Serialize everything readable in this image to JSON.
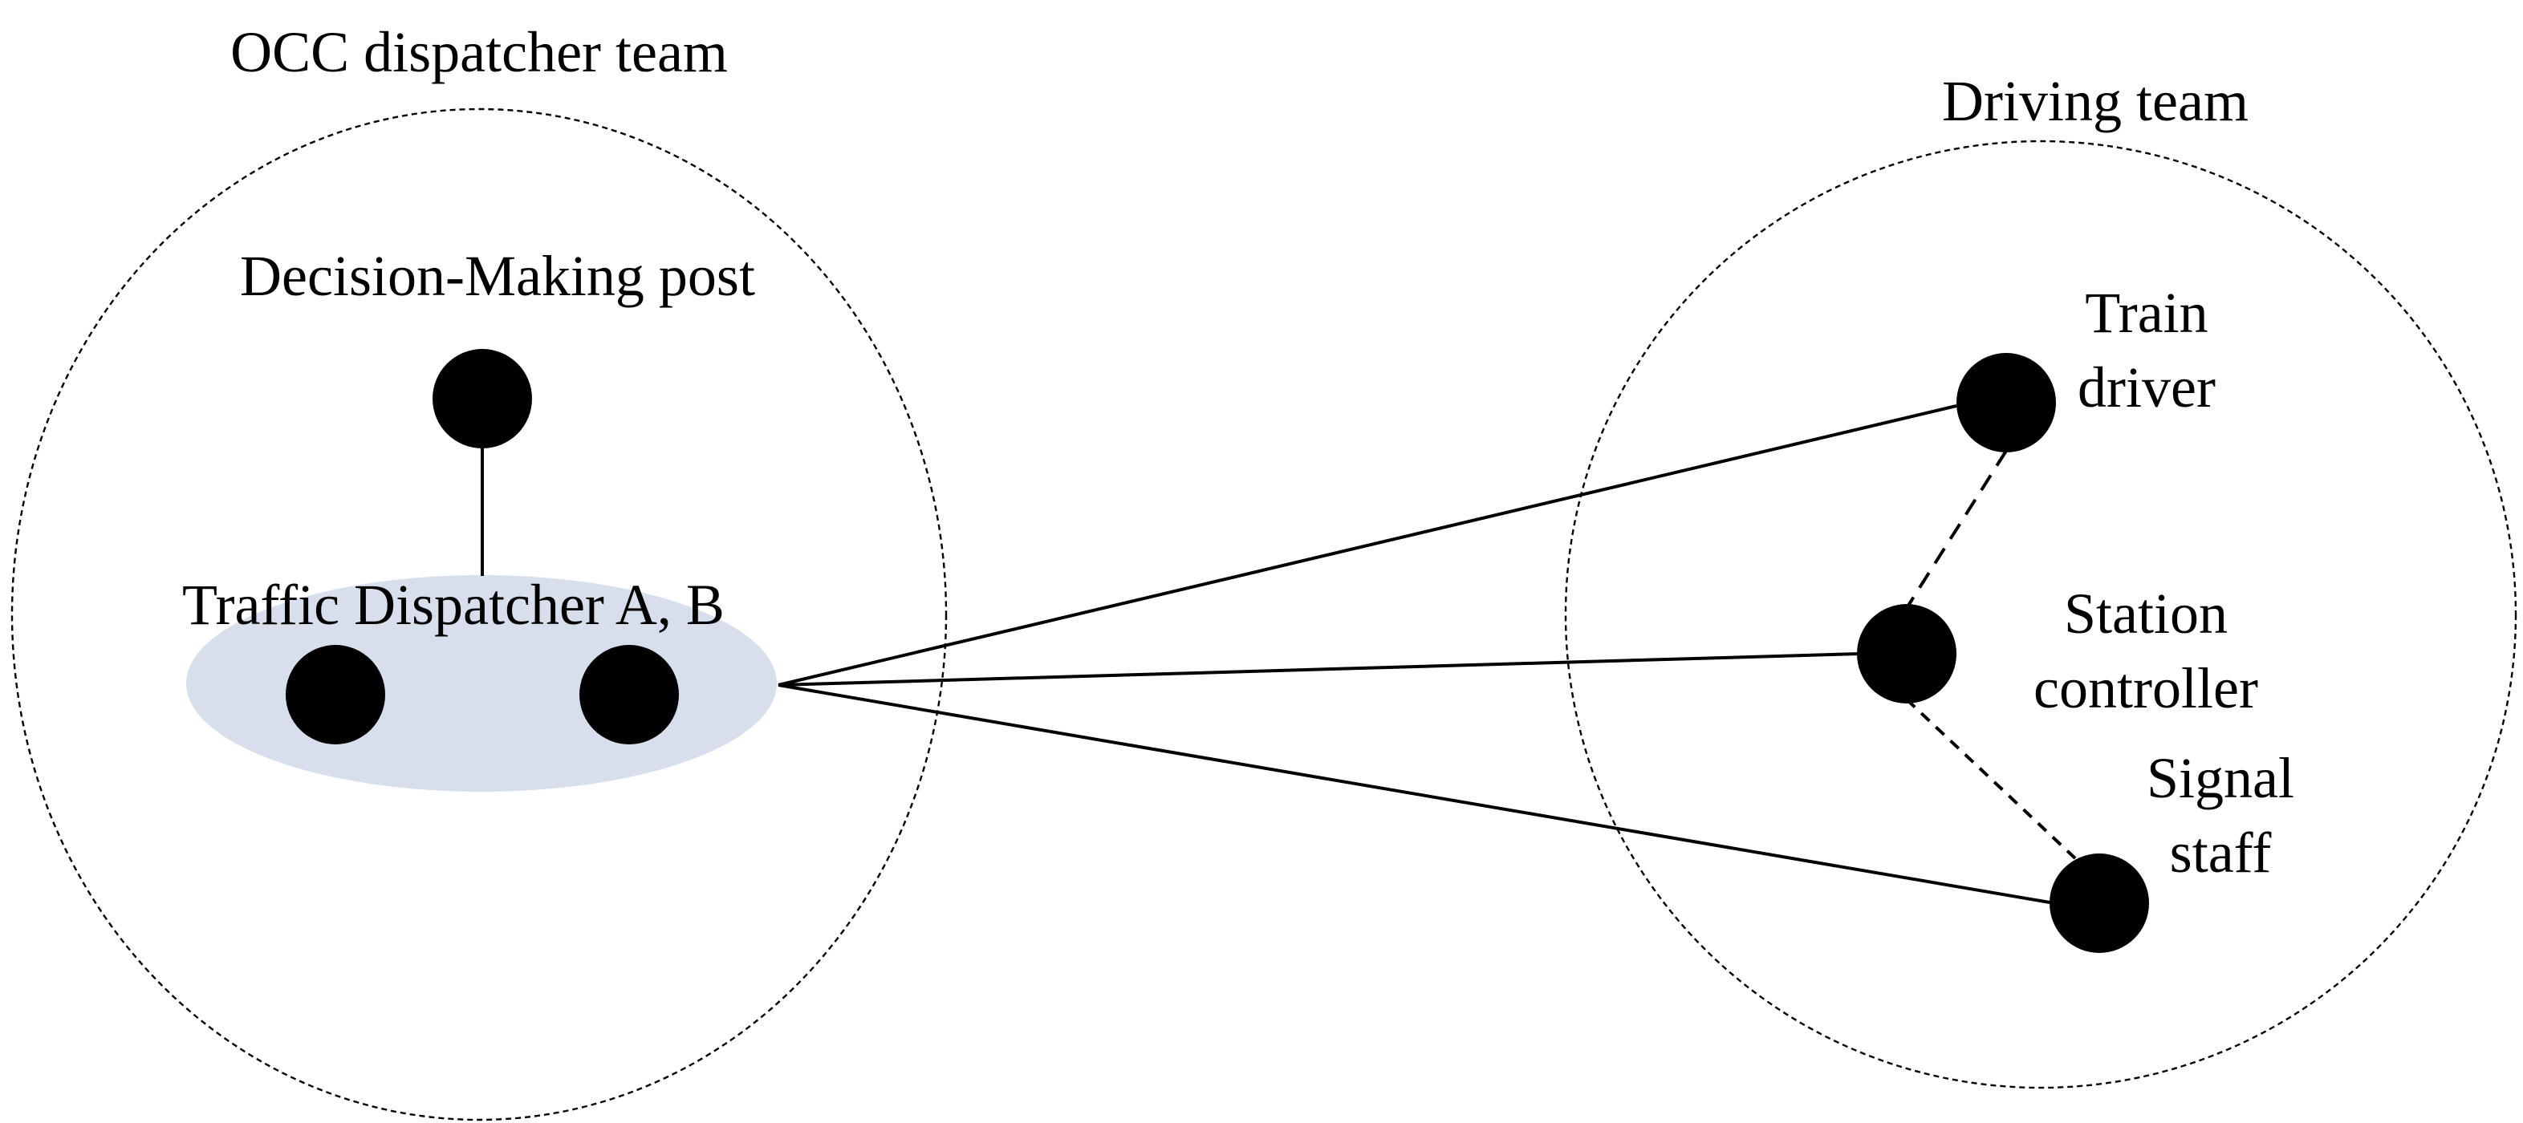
{
  "colors": {
    "background": "#ffffff",
    "stroke": "#000000",
    "node_fill": "#000000",
    "highlight_fill": "#d6dfeb"
  },
  "groups": {
    "occ": {
      "title": "OCC dispatcher team"
    },
    "driving": {
      "title": "Driving team"
    }
  },
  "nodes": {
    "decision": {
      "label": "Decision-Making post"
    },
    "dispatchers": {
      "label": "Traffic Dispatcher A, B"
    },
    "train_driver": {
      "label_lines": [
        "Train",
        "driver"
      ]
    },
    "station_controller": {
      "label_lines": [
        "Station",
        "controller"
      ]
    },
    "signal_staff": {
      "label_lines": [
        "Signal",
        "staff"
      ]
    }
  },
  "edges": [
    {
      "from": "decision",
      "to": "dispatchers",
      "style": "solid"
    },
    {
      "from": "dispatchers",
      "to": "train_driver",
      "style": "solid"
    },
    {
      "from": "dispatchers",
      "to": "station_controller",
      "style": "solid"
    },
    {
      "from": "dispatchers",
      "to": "signal_staff",
      "style": "solid"
    },
    {
      "from": "train_driver",
      "to": "station_controller",
      "style": "dashed"
    },
    {
      "from": "station_controller",
      "to": "signal_staff",
      "style": "dashed"
    }
  ]
}
